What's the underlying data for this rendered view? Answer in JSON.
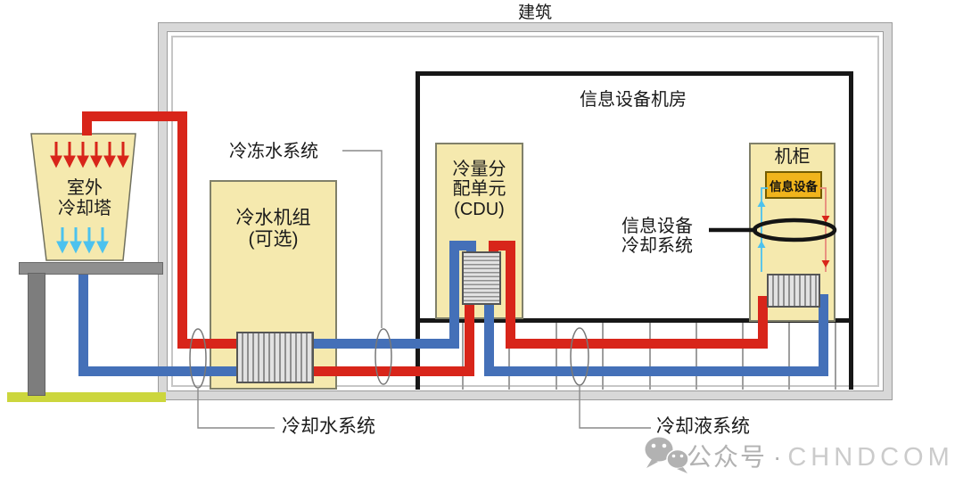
{
  "diagram": {
    "building_label": "建筑",
    "room_label": "信息设备机房",
    "tower_label": [
      "室外",
      "冷却塔"
    ],
    "chiller_label": [
      "冷水机组",
      "(可选)"
    ],
    "cdu_label": [
      "冷量分",
      "配单元",
      "(CDU)"
    ],
    "cabinet_label": "机柜",
    "it_equipment_label": "信息设备",
    "it_cooling_label": [
      "信息设备",
      "冷却系统"
    ],
    "chilled_water_label": "冷冻水系统",
    "cooling_water_label": "冷却水系统",
    "coolant_label": "冷却液系统"
  },
  "watermark": {
    "platform_icon": "wechat-icon",
    "platform": "公众号",
    "separator": "·",
    "brand": "CHNDCOM"
  },
  "colors": {
    "hot_pipe_red": "#d8251a",
    "cold_pipe_blue": "#4470b8",
    "air_in_arrow_red": "#d8251a",
    "air_out_arrow_blue": "#4cc2ee",
    "loop_cold_line": "#4cc2ee",
    "loop_hot_line": "#e8897b",
    "panel_yellow": "#f5e9ae",
    "equipment_orange": "#f0b41c",
    "ground_green": "#ccd63d",
    "room_wall_black": "#171717",
    "building_wall_gray": "#d8d8d8",
    "watermark_gray": "#b2b2b2"
  }
}
